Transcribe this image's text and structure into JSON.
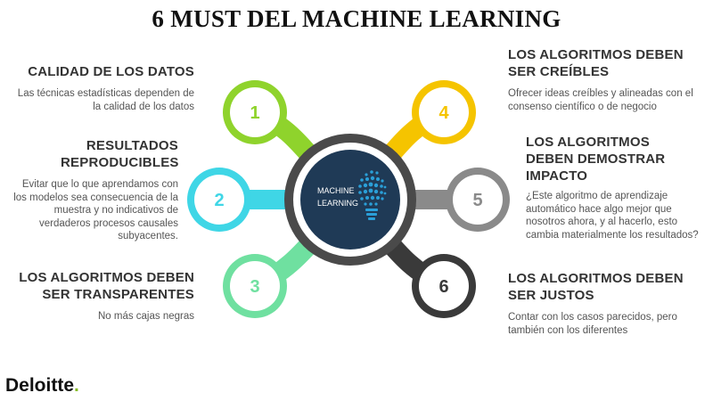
{
  "title": "6 MUST DEL MACHINE LEARNING",
  "center": {
    "line1": "MACHINE",
    "line2": "LEARNING"
  },
  "nodes": [
    {
      "number": "1",
      "color": "#8fd32c"
    },
    {
      "number": "2",
      "color": "#3fd6e6"
    },
    {
      "number": "3",
      "color": "#6fe0a0"
    },
    {
      "number": "4",
      "color": "#f5c400"
    },
    {
      "number": "5",
      "color": "#8a8a8a"
    },
    {
      "number": "6",
      "color": "#3a3a3a"
    }
  ],
  "items": [
    {
      "heading": "CALIDAD DE LOS DATOS",
      "text": "Las técnicas estadísticas dependen de la calidad de los datos"
    },
    {
      "heading": "RESULTADOS REPRODUCIBLES",
      "text": "Evitar que lo que aprendamos con los modelos sea consecuencia de la muestra y no indicativos de verdaderos procesos causales subyacentes."
    },
    {
      "heading": "LOS ALGORITMOS DEBEN SER TRANSPARENTES",
      "text": "No más cajas negras"
    },
    {
      "heading": "LOS ALGORITMOS DEBEN SER CREÍBLES",
      "text": "Ofrecer ideas creíbles y alineadas con el consenso científico o de negocio"
    },
    {
      "heading": "LOS ALGORITMOS DEBEN DEMOSTRAR IMPACTO",
      "text": "¿Este algoritmo de aprendizaje automático hace algo mejor que nosotros ahora, y al hacerlo, esto cambia materialmente los resultados?"
    },
    {
      "heading": "LOS ALGORITMOS DEBEN SER JUSTOS",
      "text": "Contar con los casos parecidos, pero también con los diferentes"
    }
  ],
  "logo": {
    "name": "Deloitte",
    "dot": "."
  },
  "colors": {
    "hub_ring": "#4a4a4a",
    "hub_fill": "#1f3a56",
    "bulb": "#2a9fd8"
  }
}
